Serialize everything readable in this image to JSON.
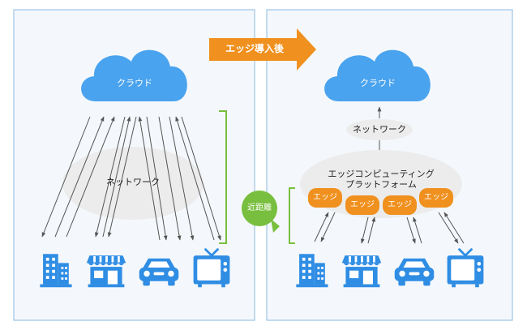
{
  "before": {
    "cloud_label": "クラウド",
    "network_label": "ネットワーク"
  },
  "transition_label": "エッジ導入後",
  "after": {
    "cloud_label": "クラウド",
    "network_label": "ネットワーク",
    "platform_label_line1": "エッジコンピューティング",
    "platform_label_line2": "プラットフォーム",
    "edge_labels": [
      "エッジ",
      "エッジ",
      "エッジ",
      "エッジ"
    ]
  },
  "proximity_label": "近距離",
  "device_icons": [
    "building-icon",
    "store-icon",
    "car-icon",
    "tv-icon"
  ],
  "colors": {
    "cloud": "#4aa3ee",
    "device": "#2f8de4",
    "edge": "#f0901e",
    "bracket": "#79bf3f",
    "panel_border": "#9dc4e6",
    "panel_bg": "#f4f8fc",
    "network": "#ececec"
  }
}
